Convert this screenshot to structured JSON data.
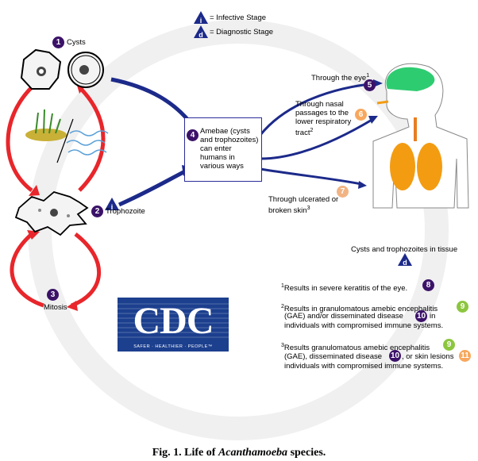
{
  "legend": {
    "infective_label": "= Infective Stage",
    "diagnostic_label": "= Diagnostic Stage",
    "infective_symbol": "i",
    "diagnostic_symbol": "d"
  },
  "stages": {
    "cysts": {
      "num": "1",
      "label": "Cysts"
    },
    "trophozoite": {
      "num": "2",
      "label": "Trophozoite"
    },
    "mitosis": {
      "num": "3",
      "label": "Mitosis"
    },
    "amebae": {
      "num": "4",
      "label": "Amebae (cysts and trophozoites) can enter humans in various ways"
    }
  },
  "routes": {
    "eye": {
      "num": "5",
      "label": "Through the eye",
      "sup": "1"
    },
    "nasal": {
      "num": "6",
      "label": "Through nasal passages to the lower respiratory tract",
      "sup": "2"
    },
    "skin": {
      "num": "7",
      "label": "Through ulcerated or broken skin",
      "sup": "3"
    }
  },
  "tissue_label": "Cysts and trophozoites in tissue",
  "notes": {
    "n1": {
      "sup": "1",
      "text": "Results in severe keratitis of the eye.",
      "badge": "8"
    },
    "n2": {
      "sup": "2",
      "text_a": "Results in granulomatous amebic encephalitis",
      "badge_a": "9",
      "text_b": "(GAE) and/or disseminated disease",
      "badge_b": "10",
      "text_c": "in",
      "text_d": "individuals with compromised immune systems."
    },
    "n3": {
      "sup": "3",
      "text_a": "Results granulomatous amebic encephalitis",
      "badge_a": "9",
      "text_b": "(GAE), disseminated disease",
      "badge_b": "10",
      "text_c": ", or skin lesions",
      "badge_c": "11",
      "text_d": "individuals with compromised immune systems."
    }
  },
  "logo": {
    "name": "CDC",
    "tagline": "SAFER · HEALTHIER · PEOPLE™"
  },
  "caption": {
    "prefix": "Fig. 1. Life of ",
    "italic": "Acanthamoeba",
    "suffix": " species."
  },
  "colors": {
    "dark_purple": "#3b1268",
    "green": "#8cc63f",
    "orange": "#f7a85e",
    "red_arrow": "#e8262b",
    "blue_arrow": "#1c2a8a",
    "cdc_blue": "#1c3f8e",
    "lung": "#f39c12",
    "brain": "#2ecc71"
  }
}
